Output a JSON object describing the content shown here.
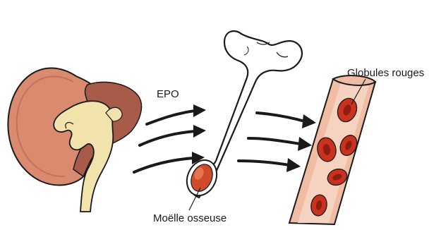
{
  "labels": {
    "epo": "EPO",
    "red_blood_cells": "Globules rouges",
    "bone_marrow": "Moëlle osseuse"
  },
  "colors": {
    "kidney_outer": "#d98a6f",
    "kidney_inner": "#a85b49",
    "pelvis": "#f2e3ad",
    "bone": "#ffffff",
    "marrow": "#cf4b2c",
    "vessel_wall": "#f0bca3",
    "blood_cell": "#c8321f",
    "blood_cell_center": "#8f1d12",
    "arrow": "#1a1a1a",
    "outline": "#1a1a1a"
  },
  "icons": [
    "kidney-icon",
    "bone-icon",
    "blood-vessel-icon",
    "arrow-icon"
  ]
}
